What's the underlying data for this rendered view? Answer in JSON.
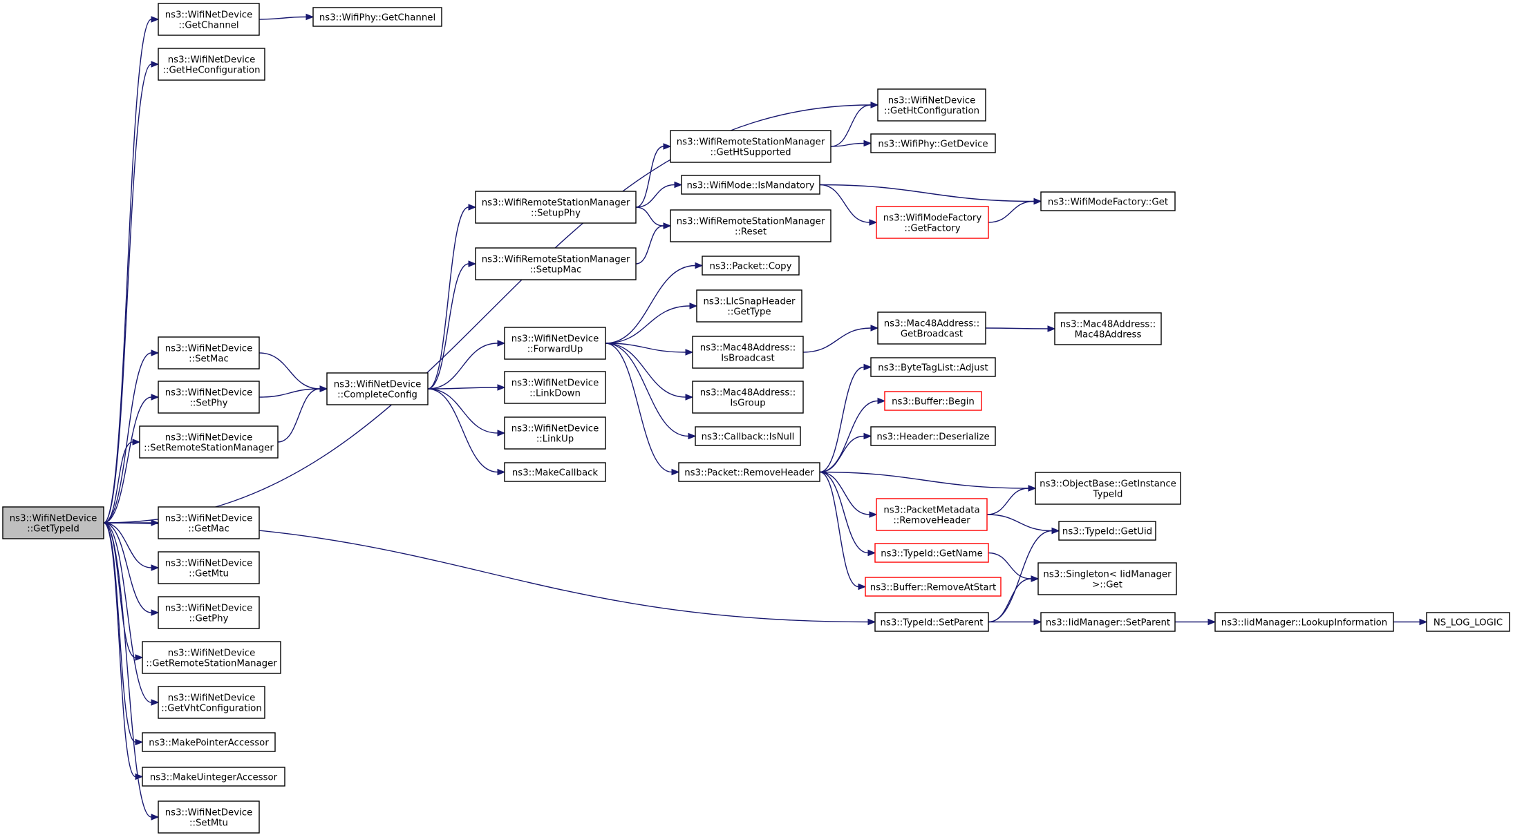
{
  "nodes": {
    "root": [
      "ns3::WifiNetDevice",
      "::GetTypeId"
    ],
    "getChannel": [
      "ns3::WifiNetDevice",
      "::GetChannel"
    ],
    "phyGetChannel": [
      "ns3::WifiPhy::GetChannel"
    ],
    "getHeConfiguration": [
      "ns3::WifiNetDevice",
      "::GetHeConfiguration"
    ],
    "getHtConfiguration": [
      "ns3::WifiNetDevice",
      "::GetHtConfiguration"
    ],
    "getHtSupported": [
      "ns3::WifiRemoteStationManager",
      "::GetHtSupported"
    ],
    "phyGetDevice": [
      "ns3::WifiPhy::GetDevice"
    ],
    "isMandatory": [
      "ns3::WifiMode::IsMandatory"
    ],
    "modeFactoryGet": [
      "ns3::WifiModeFactory::Get"
    ],
    "setupPhy": [
      "ns3::WifiRemoteStationManager",
      "::SetupPhy"
    ],
    "reset": [
      "ns3::WifiRemoteStationManager",
      "::Reset"
    ],
    "getFactory": [
      "ns3::WifiModeFactory",
      "::GetFactory"
    ],
    "setupMac": [
      "ns3::WifiRemoteStationManager",
      "::SetupMac"
    ],
    "packetCopy": [
      "ns3::Packet::Copy"
    ],
    "llcGetType": [
      "ns3::LlcSnapHeader",
      "::GetType"
    ],
    "forwardUp": [
      "ns3::WifiNetDevice",
      "::ForwardUp"
    ],
    "isBroadcast": [
      "ns3::Mac48Address::",
      "IsBroadcast"
    ],
    "getBroadcast": [
      "ns3::Mac48Address::",
      "GetBroadcast"
    ],
    "mac48Address": [
      "ns3::Mac48Address::",
      "Mac48Address"
    ],
    "setMac": [
      "ns3::WifiNetDevice",
      "::SetMac"
    ],
    "completeConfig": [
      "ns3::WifiNetDevice",
      "::CompleteConfig"
    ],
    "setPhy": [
      "ns3::WifiNetDevice",
      "::SetPhy"
    ],
    "linkDown": [
      "ns3::WifiNetDevice",
      "::LinkDown"
    ],
    "isGroup": [
      "ns3::Mac48Address::",
      "IsGroup"
    ],
    "byteTagAdjust": [
      "ns3::ByteTagList::Adjust"
    ],
    "bufferBegin": [
      "ns3::Buffer::Begin"
    ],
    "setRemoteStationManager": [
      "ns3::WifiNetDevice",
      "::SetRemoteStationManager"
    ],
    "linkUp": [
      "ns3::WifiNetDevice",
      "::LinkUp"
    ],
    "callbackIsNull": [
      "ns3::Callback::IsNull"
    ],
    "headerDeserialize": [
      "ns3::Header::Deserialize"
    ],
    "makeCallback": [
      "ns3::MakeCallback"
    ],
    "removeHeader": [
      "ns3::Packet::RemoveHeader"
    ],
    "getInstanceTypeId": [
      "ns3::ObjectBase::GetInstance",
      "TypeId"
    ],
    "pmRemoveHeader": [
      "ns3::PacketMetadata",
      "::RemoveHeader"
    ],
    "getUid": [
      "ns3::TypeId::GetUid"
    ],
    "getMac": [
      "ns3::WifiNetDevice",
      "::GetMac"
    ],
    "getName": [
      "ns3::TypeId::GetName"
    ],
    "getMtu": [
      "ns3::WifiNetDevice",
      "::GetMtu"
    ],
    "singletonGet": [
      "ns3::Singleton< IidManager",
      ">::Get"
    ],
    "removeAtStart": [
      "ns3::Buffer::RemoveAtStart"
    ],
    "getPhy": [
      "ns3::WifiNetDevice",
      "::GetPhy"
    ],
    "typeIdSetParent": [
      "ns3::TypeId::SetParent"
    ],
    "iidSetParent": [
      "ns3::IidManager::SetParent"
    ],
    "lookupInformation": [
      "ns3::IidManager::LookupInformation"
    ],
    "nsLogLogic": [
      "NS_LOG_LOGIC"
    ],
    "getRemoteStationManager": [
      "ns3::WifiNetDevice",
      "::GetRemoteStationManager"
    ],
    "getVhtConfiguration": [
      "ns3::WifiNetDevice",
      "::GetVhtConfiguration"
    ],
    "makePointerAccessor": [
      "ns3::MakePointerAccessor"
    ],
    "makeUintegerAccessor": [
      "ns3::MakeUintegerAccessor"
    ],
    "setMtu": [
      "ns3::WifiNetDevice",
      "::SetMtu"
    ]
  },
  "edges": [
    [
      "root",
      "getChannel"
    ],
    [
      "root",
      "getHeConfiguration"
    ],
    [
      "root",
      "getHtConfiguration"
    ],
    [
      "root",
      "setMac"
    ],
    [
      "root",
      "setPhy"
    ],
    [
      "root",
      "setRemoteStationManager"
    ],
    [
      "root",
      "typeIdSetParent"
    ],
    [
      "root",
      "getMac"
    ],
    [
      "root",
      "getMtu"
    ],
    [
      "root",
      "getPhy"
    ],
    [
      "root",
      "getRemoteStationManager"
    ],
    [
      "root",
      "getVhtConfiguration"
    ],
    [
      "root",
      "makePointerAccessor"
    ],
    [
      "root",
      "makeUintegerAccessor"
    ],
    [
      "root",
      "setMtu"
    ],
    [
      "getChannel",
      "phyGetChannel"
    ],
    [
      "setMac",
      "completeConfig"
    ],
    [
      "setPhy",
      "completeConfig"
    ],
    [
      "setRemoteStationManager",
      "completeConfig"
    ],
    [
      "completeConfig",
      "setupPhy"
    ],
    [
      "completeConfig",
      "setupMac"
    ],
    [
      "completeConfig",
      "forwardUp"
    ],
    [
      "completeConfig",
      "linkDown"
    ],
    [
      "completeConfig",
      "linkUp"
    ],
    [
      "completeConfig",
      "makeCallback"
    ],
    [
      "setupPhy",
      "getHtSupported"
    ],
    [
      "setupPhy",
      "isMandatory"
    ],
    [
      "setupPhy",
      "reset"
    ],
    [
      "setupMac",
      "reset"
    ],
    [
      "getHtSupported",
      "getHtConfiguration"
    ],
    [
      "getHtSupported",
      "phyGetDevice"
    ],
    [
      "isMandatory",
      "modeFactoryGet"
    ],
    [
      "isMandatory",
      "getFactory"
    ],
    [
      "getFactory",
      "modeFactoryGet"
    ],
    [
      "forwardUp",
      "packetCopy"
    ],
    [
      "forwardUp",
      "llcGetType"
    ],
    [
      "forwardUp",
      "isBroadcast"
    ],
    [
      "forwardUp",
      "isGroup"
    ],
    [
      "forwardUp",
      "callbackIsNull"
    ],
    [
      "forwardUp",
      "removeHeader"
    ],
    [
      "isBroadcast",
      "getBroadcast"
    ],
    [
      "getBroadcast",
      "mac48Address"
    ],
    [
      "removeHeader",
      "byteTagAdjust"
    ],
    [
      "removeHeader",
      "bufferBegin"
    ],
    [
      "removeHeader",
      "headerDeserialize"
    ],
    [
      "removeHeader",
      "getInstanceTypeId"
    ],
    [
      "removeHeader",
      "pmRemoveHeader"
    ],
    [
      "removeHeader",
      "getName"
    ],
    [
      "removeHeader",
      "removeAtStart"
    ],
    [
      "pmRemoveHeader",
      "getInstanceTypeId"
    ],
    [
      "pmRemoveHeader",
      "getUid"
    ],
    [
      "getName",
      "singletonGet"
    ],
    [
      "typeIdSetParent",
      "getUid"
    ],
    [
      "typeIdSetParent",
      "singletonGet"
    ],
    [
      "typeIdSetParent",
      "iidSetParent"
    ],
    [
      "iidSetParent",
      "lookupInformation"
    ],
    [
      "lookupInformation",
      "nsLogLogic"
    ]
  ],
  "colors": {
    "edge": "#191970",
    "node_border": "#000000",
    "incomplete_border": "#ff0000",
    "root_fill": "#bfbfbf"
  }
}
